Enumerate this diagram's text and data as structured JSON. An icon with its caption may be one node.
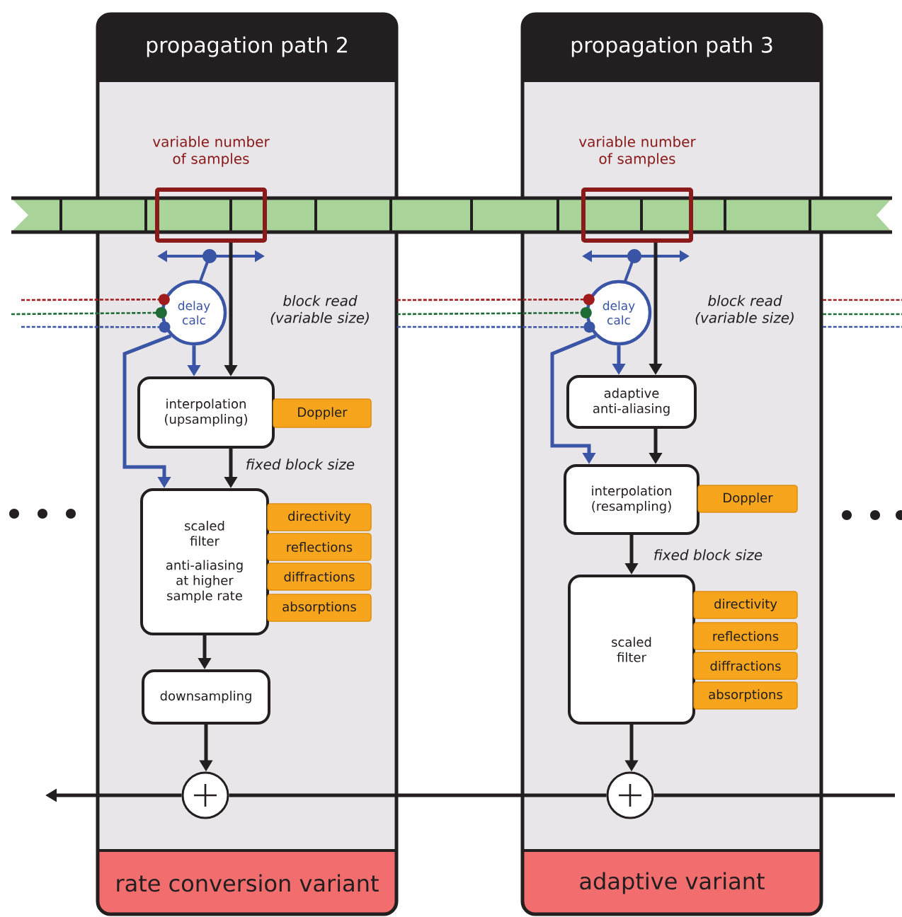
{
  "diagram": {
    "nodes": [
      {
        "text": [
          "propagation path 2",
          "rate conversion variant"
        ]
      },
      {
        "text": [],
        "shape": "bar"
      },
      {
        "text": [],
        "shape": "box",
        "beside": [
          "variable number of samples"
        ],
        "in": 0
      },
      {
        "text": [
          "delay calc"
        ],
        "in": 0
      },
      {
        "text": [
          "interpolation (upsampling)"
        ],
        "in": 0
      },
      {
        "text": [
          "Doppler"
        ],
        "in": 0
      },
      {
        "text": [
          "scaled filter",
          "anti-aliasing at higher sample rate"
        ],
        "in": 0
      },
      {
        "text": [
          "directivity"
        ],
        "in": 0
      },
      {
        "text": [
          "reflections"
        ],
        "in": 0
      },
      {
        "text": [
          "diffractions"
        ],
        "in": 0
      },
      {
        "text": [
          "absorptions"
        ],
        "in": 0
      },
      {
        "text": [
          "downsampling"
        ],
        "in": 0
      },
      {
        "text": [],
        "shape": "circle",
        "in": 0
      },
      {
        "text": [
          "propagation path 3",
          "adaptive variant"
        ]
      },
      {
        "text": [],
        "shape": "box",
        "beside": [
          "variable number of samples"
        ],
        "in": 13
      },
      {
        "text": [
          "delay calc"
        ],
        "in": 13
      },
      {
        "text": [
          "adaptive anti-aliasing"
        ],
        "in": 13
      },
      {
        "text": [
          "interpolation (resampling)"
        ],
        "in": 13
      },
      {
        "text": [
          "Doppler"
        ],
        "in": 13
      },
      {
        "text": [
          "scaled filter"
        ],
        "in": 13
      },
      {
        "text": [
          "directivity"
        ],
        "in": 13
      },
      {
        "text": [
          "reflections"
        ],
        "in": 13
      },
      {
        "text": [
          "diffractions"
        ],
        "in": 13
      },
      {
        "text": [
          "absorptions"
        ],
        "in": 13
      },
      {
        "text": [],
        "shape": "circle",
        "in": 13
      }
    ],
    "edges": [
      {
        "from": 2,
        "to": 4,
        "arrow": "to",
        "label": "block read (variable size)"
      },
      {
        "from": 3,
        "to": 4,
        "arrow": "to",
        "color": "#3a55a5"
      },
      {
        "from": 3,
        "to": 6,
        "arrow": "to",
        "color": "#3a55a5"
      },
      {
        "from": 4,
        "to": 6,
        "arrow": "to",
        "label": "fixed block size"
      },
      {
        "from": 6,
        "to": 11,
        "arrow": "to"
      },
      {
        "from": 11,
        "to": 12,
        "arrow": "to"
      },
      {
        "from": 14,
        "to": 16,
        "arrow": "to",
        "label": "block read (variable size)"
      },
      {
        "from": 15,
        "to": 16,
        "arrow": "to",
        "color": "#3a55a5"
      },
      {
        "from": 15,
        "to": 17,
        "arrow": "to",
        "color": "#3a55a5"
      },
      {
        "from": 16,
        "to": 17,
        "arrow": "to"
      },
      {
        "from": 17,
        "to": 19,
        "arrow": "to",
        "label": "fixed block size"
      },
      {
        "from": 19,
        "to": 24,
        "arrow": "to"
      },
      {
        "from": null,
        "to": 24,
        "arrow": "none"
      },
      {
        "from": 24,
        "to": 12,
        "arrow": "none"
      },
      {
        "from": 12,
        "to": null,
        "arrow": "to"
      },
      {
        "from": null,
        "to": 3,
        "arrow": "other",
        "style": "dashed",
        "color": "#a01c1c"
      },
      {
        "from": null,
        "to": 3,
        "arrow": "other",
        "style": "dashed",
        "color": "#1e6b35"
      },
      {
        "from": null,
        "to": 3,
        "arrow": "other",
        "style": "dashed",
        "color": "#3a55a5"
      },
      {
        "from": 0,
        "to": 15,
        "arrow": "other",
        "style": "dashed",
        "color": "#a01c1c"
      },
      {
        "from": 0,
        "to": 15,
        "arrow": "other",
        "style": "dashed",
        "color": "#1e6b35"
      },
      {
        "from": 0,
        "to": 15,
        "arrow": "other",
        "style": "dashed",
        "color": "#3a55a5"
      }
    ]
  }
}
